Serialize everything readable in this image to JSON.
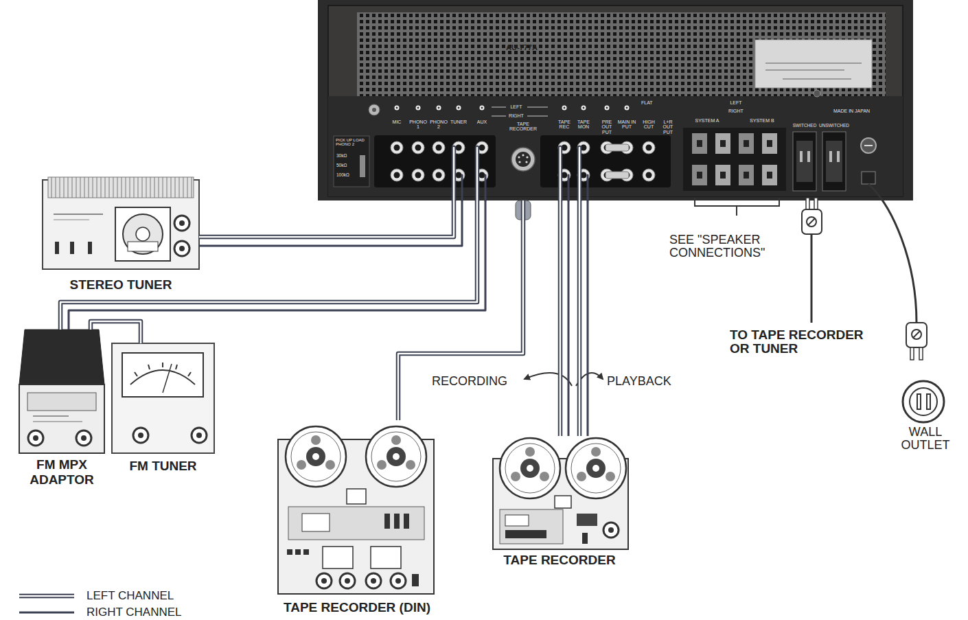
{
  "diagram": {
    "nodes": [
      {
        "text": [
          "AU-777A"
        ]
      },
      {
        "text": [
          "STEREO TUNER"
        ]
      },
      {
        "text": [
          "FM MPX ADAPTOR"
        ]
      },
      {
        "text": [
          "FM TUNER"
        ]
      },
      {
        "text": [
          "TAPE RECORDER (DIN)"
        ]
      },
      {
        "text": [
          "TAPE RECORDER"
        ]
      }
    ],
    "edges": [
      {
        "from": 0,
        "to": 1,
        "arrow": "none"
      },
      {
        "from": 0,
        "to": 2,
        "arrow": "none"
      },
      {
        "from": 2,
        "to": 3,
        "arrow": "none"
      },
      {
        "from": 0,
        "to": 4,
        "arrow": "none"
      },
      {
        "from": 0,
        "to": 5,
        "label": "RECORDING",
        "arrow": "none"
      },
      {
        "from": 0,
        "to": 5,
        "label": "PLAYBACK",
        "arrow": "none"
      }
    ],
    "labels": [
      "PICK UP LOAD PHONO 2",
      "30kΩ",
      "50kΩ",
      "100kΩ",
      "MIC",
      "PHONO 1",
      "PHONO 2",
      "TUNER",
      "AUX",
      "LEFT",
      "RIGHT",
      "TAPE RECORDER",
      "TAPE REC",
      "TAPE MON",
      "PRE OUT PUT",
      "MAIN IN PUT",
      "FLAT",
      "HIGH CUT",
      "L+R OUT PUT",
      "LEFT",
      "RIGHT",
      "SYSTEM A",
      "SYSTEM B",
      "SWITCHED",
      "UNSWITCHED",
      "MADE IN JAPAN",
      "SEE \"SPEAKER CONNECTIONS\"",
      "TO TAPE RECORDER OR TUNER",
      "WALL OUTLET"
    ],
    "legend": [
      {
        "text": "LEFT CHANNEL"
      },
      {
        "text": "RIGHT CHANNEL"
      }
    ]
  }
}
